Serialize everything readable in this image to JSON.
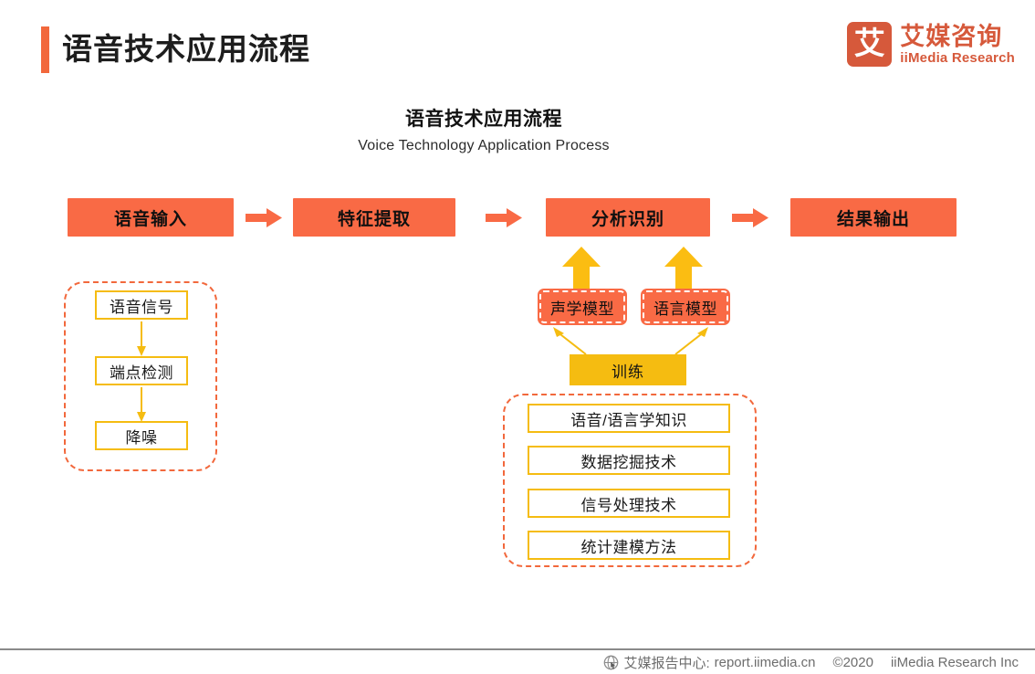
{
  "header": {
    "title": "语音技术应用流程",
    "logo": {
      "mark": "艾",
      "cn": "艾媒咨询",
      "en": "iiMedia Research"
    }
  },
  "chart_data": {
    "type": "diagram",
    "title": "语音技术应用流程",
    "subtitle": "Voice Technology Application Process",
    "main_flow": [
      {
        "label": "语音输入"
      },
      {
        "label": "特征提取"
      },
      {
        "label": "分析识别"
      },
      {
        "label": "结果输出"
      }
    ],
    "preprocess_chain": [
      {
        "label": "语音信号"
      },
      {
        "label": "端点检测"
      },
      {
        "label": "降噪"
      }
    ],
    "models": [
      {
        "label": "声学模型"
      },
      {
        "label": "语言模型"
      }
    ],
    "training": {
      "label": "训练"
    },
    "knowledge_sources": [
      {
        "label": "语音/语言学知识"
      },
      {
        "label": "数据挖掘技术"
      },
      {
        "label": "信号处理技术"
      },
      {
        "label": "统计建模方法"
      }
    ],
    "colors": {
      "orange": "#F96A45",
      "accent_orange": "#F2683C",
      "yellow": "#F5BC11",
      "logo_red": "#D6593B"
    }
  },
  "footer": {
    "site_label": "艾媒报告中心:",
    "site_url": "report.iimedia.cn",
    "copyright": "©2020",
    "company": "iiMedia Research Inc"
  }
}
